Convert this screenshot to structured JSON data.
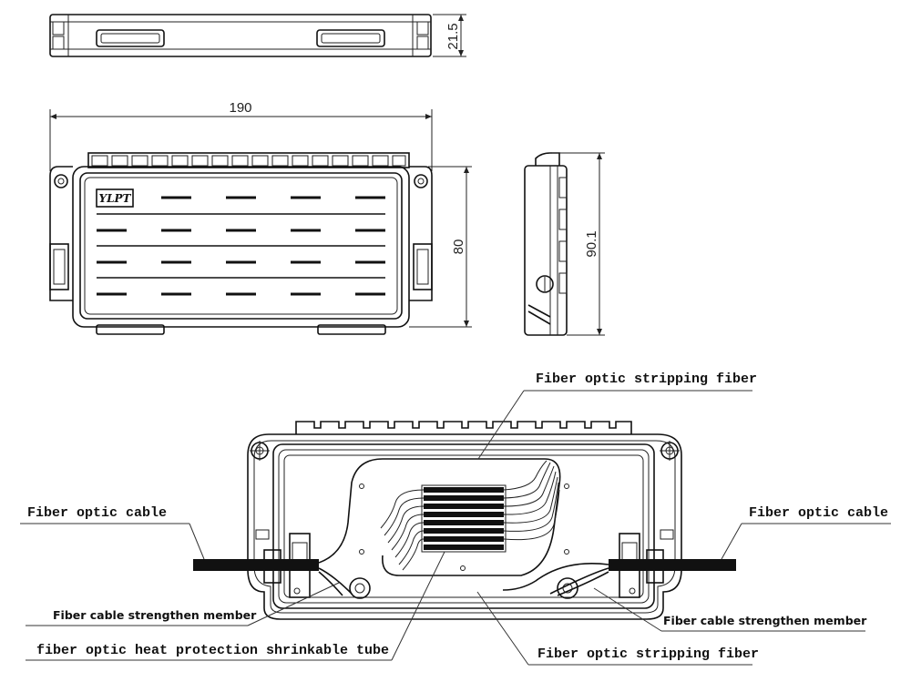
{
  "dimensions": {
    "top_height": "21.5",
    "width": "190",
    "height": "80",
    "side_height": "90.1"
  },
  "logo_text": "YLPT",
  "labels": {
    "stripping_fiber_top": "Fiber optic stripping fiber",
    "cable_left": "Fiber optic cable",
    "cable_right": "Fiber optic cable",
    "strength_member_left": "Fiber cable strengthen member",
    "strength_member_right": "Fiber cable strengthen member",
    "heat_shrink_tube": "fiber optic heat protection shrinkable tube",
    "stripping_fiber_bottom": "Fiber optic stripping fiber"
  }
}
